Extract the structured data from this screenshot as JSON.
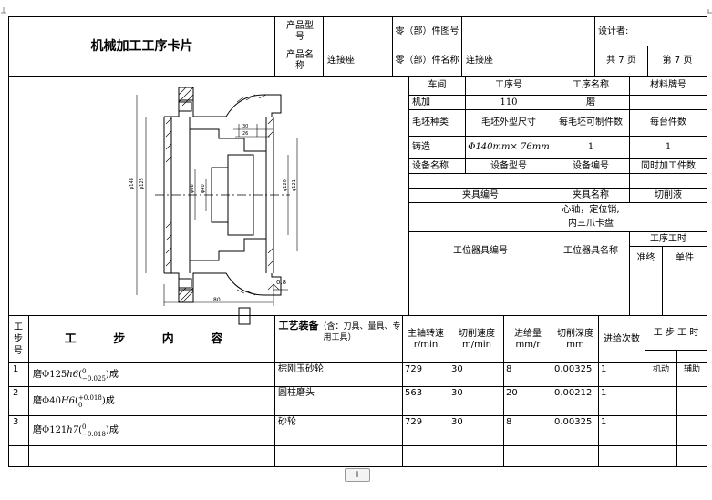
{
  "card": {
    "title": "机械加工工序卡片",
    "product_model_label": "产品型号",
    "product_model_value": "",
    "part_drawing_label": "零（部）件图号",
    "part_drawing_value": "",
    "designer_label": "设计者:",
    "product_name_label": "产品名称",
    "product_name_value": "连接座",
    "part_name_label": "零（部）件名称",
    "part_name_value": "连接座",
    "total_pages": "共 7 页",
    "page_no": "第 7 页"
  },
  "info": {
    "workshop_label": "车间",
    "process_no_label": "工序号",
    "process_name_label": "工序名称",
    "material_label": "材料牌号",
    "workshop": "机加",
    "process_no": "110",
    "process_name": "磨",
    "material": "",
    "blank_type_label": "毛坯种类",
    "blank_size_label": "毛坯外型尺寸",
    "per_blank_label": "每毛坯可制件数",
    "per_unit_label": "每台件数",
    "blank_type": "铸造",
    "blank_size": "Φ140mm× 76mm",
    "per_blank": "1",
    "per_unit": "1",
    "equip_name_label": "设备名称",
    "equip_model_label": "设备型号",
    "equip_no_label": "设备编号",
    "simul_label": "同时加工件数",
    "fixture_no_label": "夹具编号",
    "fixture_name_label": "夹具名称",
    "coolant_label": "切削液",
    "fixture_name_line1": "心轴，定位销,",
    "fixture_name_line2": "内三爪卡盘",
    "station_tool_no_label": "工位器具编号",
    "station_tool_name_label": "工位器具名称",
    "process_time_label": "工序工时",
    "prep_label": "准终",
    "unit_label": "单件"
  },
  "steps_header": {
    "step_no": "工步号",
    "content": "工 步 内 容",
    "equip_main": "工艺装备",
    "equip_sub": "（含：刀具、量具、专用工具）",
    "spindle": "主轴转速 r/min",
    "speed": "切削速度 m/min",
    "feed": "进给量 mm/r",
    "depth": "切削深度 mm",
    "passes": "进给次数",
    "time": "工 步 工 时",
    "machine_time": "机动",
    "aux_time": "辅助"
  },
  "steps": [
    {
      "no": "1",
      "prefix": "磨Φ",
      "dim": "125",
      "fit": "h6",
      "up": "0",
      "low": "−0.025",
      "suffix": "成",
      "tool": "棕刚玉砂轮",
      "spindle": "729",
      "speed": "30",
      "feed": "8",
      "depth": "0.00325",
      "passes": "1"
    },
    {
      "no": "2",
      "prefix": "磨Φ",
      "dim": "40",
      "fit": "H6",
      "up": "+0.018",
      "low": "0",
      "suffix": "成",
      "tool": "圆柱磨头",
      "spindle": "563",
      "speed": "30",
      "feed": "20",
      "depth": "0.00212",
      "passes": "1"
    },
    {
      "no": "3",
      "prefix": "磨Φ",
      "dim": "121",
      "fit": "h7",
      "up": "0",
      "low": "−0.018",
      "suffix": "成",
      "tool": "砂轮",
      "spindle": "729",
      "speed": "30",
      "feed": "8",
      "depth": "0.00325",
      "passes": "1"
    }
  ],
  "drawing": {
    "dim_bottom": "80",
    "roughness": "0.8"
  },
  "ui": {
    "add_label": "+"
  }
}
